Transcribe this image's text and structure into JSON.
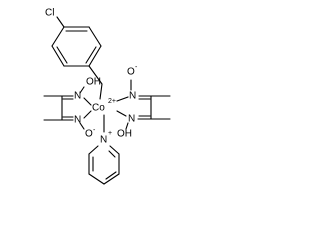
{
  "molecule": {
    "labels": {
      "cl": "Cl",
      "co": "Co",
      "co_charge": "2+",
      "oh_upper_left": "OH",
      "n_upper_left": "N",
      "n_lower_left": "N",
      "o_minus_left": "O",
      "o_minus_left_charge": "-",
      "o_minus_right": "O",
      "o_minus_right_charge": "-",
      "n_upper_right": "N",
      "n_lower_right": "N",
      "oh_lower_right": "OH",
      "n_pyridinium": "N",
      "n_pyridinium_charge": "+"
    }
  }
}
